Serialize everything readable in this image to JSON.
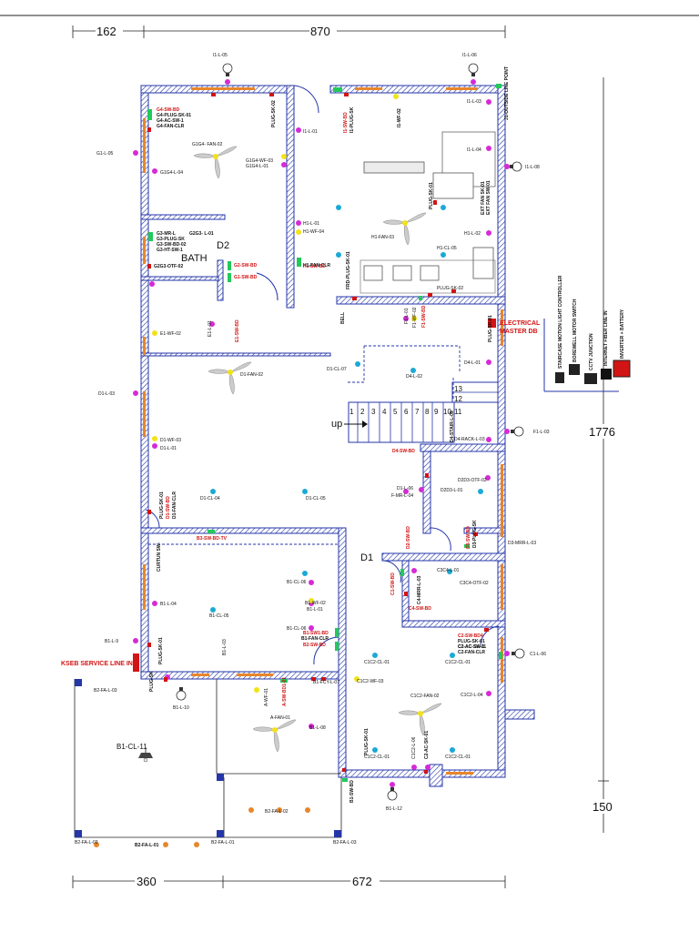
{
  "dimensions": {
    "top_left": "162",
    "top_right": "870",
    "bottom_left": "360",
    "bottom_right": "672",
    "side_total": "1776",
    "side_porch": "150"
  },
  "rooms": {
    "d2": "D2",
    "bath": "BATH",
    "d1": "D1",
    "up": "up"
  },
  "stair_numbers": [
    "1",
    "2",
    "3",
    "4",
    "5",
    "6",
    "7",
    "8",
    "9",
    "10",
    "11",
    "12",
    "13"
  ],
  "colors": {
    "wall": "#2436a8",
    "light_point": "#d62ad6",
    "ceiling_light": "#1ba9d6",
    "fan_hub": "#f2e21a",
    "switch_board": "#22c95b",
    "socket": "#d21414",
    "window": "#e8862b",
    "service_label": "#d21414"
  },
  "red_labels": {
    "kseb": "KSEB SERVICE LINE IN",
    "electrical_db": "ELECTRICAL\nMASTER DB"
  },
  "legend": {
    "items": [
      "STAIRCASE MOTION LIGHT CONTROLLER",
      "BOREWELL MOTOR SWITCH",
      "CCTV JUNCTION",
      "INTERNET FIBER LINE IN",
      "INVERTER + BATTERY"
    ]
  },
  "labels": [
    {
      "id": "i1-l-05",
      "t": "I1-L-05",
      "c": "lbl"
    },
    {
      "id": "i1-l-06",
      "t": "I1-L-06",
      "c": "lbl"
    },
    {
      "id": "j1-outside",
      "t": "J1-OUTSIDE LINE POINT",
      "c": "lbl-b"
    },
    {
      "id": "g4-sw-bd",
      "t": "G4-SW-BD",
      "c": "lbl-red"
    },
    {
      "id": "g4-plug",
      "t": "G4-PLUG-SK-01",
      "c": "lbl-b"
    },
    {
      "id": "g4-ac",
      "t": "G4-AC-SW-1",
      "c": "lbl-b"
    },
    {
      "id": "g4-fan",
      "t": "G4-FAN-CLR",
      "c": "lbl-b"
    },
    {
      "id": "c2-ac",
      "t": "C2-AC-SK-01",
      "c": "lbl-b"
    },
    {
      "id": "plug-sk-02a",
      "t": "PLUG-SK-02",
      "c": "lbl-b"
    },
    {
      "id": "i1-sw-bd",
      "t": "I1-SW-BD",
      "c": "lbl-red"
    },
    {
      "id": "i1-plug",
      "t": "I1-PLUG-SK",
      "c": "lbl-b"
    },
    {
      "id": "i1-wf",
      "t": "I1-WF-02",
      "c": "lbl-b"
    },
    {
      "id": "i1-l-03",
      "t": "I1-L-03",
      "c": "lbl"
    },
    {
      "id": "i1-l-01",
      "t": "I1-L-01",
      "c": "lbl"
    },
    {
      "id": "i1-l-04",
      "t": "I1-L-04",
      "c": "lbl"
    },
    {
      "id": "i1-l-08",
      "t": "I1-L-08",
      "c": "lbl"
    },
    {
      "id": "g1-l-05",
      "t": "G1-L-05",
      "c": "lbl"
    },
    {
      "id": "g1g4-fan",
      "t": "G1G4- FAN-02",
      "c": "lbl"
    },
    {
      "id": "g1g4-wf",
      "t": "G1G4-WF-03",
      "c": "lbl"
    },
    {
      "id": "g1g4-l01",
      "t": "G1G4-L-01",
      "c": "lbl"
    },
    {
      "id": "g1g4-l04",
      "t": "G1G4-L-04",
      "c": "lbl"
    },
    {
      "id": "plug-sk-01a",
      "t": "PLUG-SK-01",
      "c": "lbl-b"
    },
    {
      "id": "ext-fan",
      "t": "EXT FAN SK-01",
      "c": "lbl-b"
    },
    {
      "id": "ext-fan-sw",
      "t": "EXT FAN SW-01",
      "c": "lbl-b"
    },
    {
      "id": "h1-l-01",
      "t": "H1-L-01",
      "c": "lbl"
    },
    {
      "id": "h1-wf",
      "t": "H1-WF-04",
      "c": "lbl"
    },
    {
      "id": "h1-fan",
      "t": "H1-FAN-03",
      "c": "lbl"
    },
    {
      "id": "h1-cl",
      "t": "H1-CL-05",
      "c": "lbl"
    },
    {
      "id": "h1-l-02",
      "t": "H1-L-02",
      "c": "lbl"
    },
    {
      "id": "g3-mr",
      "t": "G3-MR-L",
      "c": "lbl-b"
    },
    {
      "id": "g2g3",
      "t": "G2G3- L-01",
      "c": "lbl-b"
    },
    {
      "id": "g3-plug",
      "t": "G3-PLUG-SK",
      "c": "lbl-b"
    },
    {
      "id": "g3-sw-bd",
      "t": "G3-SW-BD-02",
      "c": "lbl-b"
    },
    {
      "id": "g3-ht",
      "t": "G3-HT-SW-1",
      "c": "lbl-b"
    },
    {
      "id": "g2g3-otf",
      "t": "G2G3-OTF-02",
      "c": "lbl-b"
    },
    {
      "id": "g2-sw-bd",
      "t": "G2-SW-BD",
      "c": "lbl-red"
    },
    {
      "id": "g1-sw-bd",
      "t": "G1-SW-BD",
      "c": "lbl-red"
    },
    {
      "id": "h1-sw-bd",
      "t": "H1-SW-BD",
      "c": "lbl-red"
    },
    {
      "id": "h1-fan-clr",
      "t": "H1-FAN-CLR",
      "c": "lbl-b"
    },
    {
      "id": "frd-plug",
      "t": "FRD-PLUG-SK-01",
      "c": "lbl-b"
    },
    {
      "id": "plug-sk-02b",
      "t": "PLUG-SK-02",
      "c": "lbl"
    },
    {
      "id": "bell",
      "t": "BELL",
      "c": "lbl-b"
    },
    {
      "id": "f1-l-01",
      "t": "F1-L-01",
      "c": "lbl"
    },
    {
      "id": "f1-wf",
      "t": "F1-WF-02",
      "c": "lbl"
    },
    {
      "id": "f1-sw-bd",
      "t": "F1-SW-BD",
      "c": "lbl-red"
    },
    {
      "id": "plug-sk-01b",
      "t": "PLUG-SK-01",
      "c": "lbl-b"
    },
    {
      "id": "e1-l-01",
      "t": "E1-L-01",
      "c": "lbl"
    },
    {
      "id": "e1-sw-bd",
      "t": "E1-SW-BD",
      "c": "lbl-red"
    },
    {
      "id": "e1-wf",
      "t": "E1-WF-02",
      "c": "lbl"
    },
    {
      "id": "d1-fan",
      "t": "D1-FAN-02",
      "c": "lbl"
    },
    {
      "id": "d1-cl-07",
      "t": "D1-CL-07",
      "c": "lbl"
    },
    {
      "id": "d4-l-02",
      "t": "D4-L-02",
      "c": "lbl"
    },
    {
      "id": "d4-l-01",
      "t": "D4-L-01",
      "c": "lbl"
    },
    {
      "id": "d1-l-03",
      "t": "D1-L-03",
      "c": "lbl"
    },
    {
      "id": "f1-l-03",
      "t": "F1-L-03",
      "c": "lbl"
    },
    {
      "id": "d1-wf",
      "t": "D1-WF-03",
      "c": "lbl"
    },
    {
      "id": "d1-l-01",
      "t": "D1-L-01",
      "c": "lbl"
    },
    {
      "id": "d4-stair",
      "t": "D4-STAIR-L-05",
      "c": "lbl-b"
    },
    {
      "id": "d4-rack",
      "t": "D4-RACK-L-03",
      "c": "lbl"
    },
    {
      "id": "d4-sw-bd",
      "t": "D4-SW-BD",
      "c": "lbl-red"
    },
    {
      "id": "d2d3-otf",
      "t": "D2D3-OTF-02",
      "c": "lbl"
    },
    {
      "id": "d1-l-06",
      "t": "D1-L-06",
      "c": "lbl"
    },
    {
      "id": "f-mr",
      "t": "F-MR-L-04",
      "c": "lbl"
    },
    {
      "id": "d2d3-l01",
      "t": "D2D3-L-01",
      "c": "lbl"
    },
    {
      "id": "plug-sk-01c",
      "t": "PLUG-SK-01",
      "c": "lbl-b"
    },
    {
      "id": "d1-fan-clr",
      "t": "D1-FAN-CLR",
      "c": "lbl-b"
    },
    {
      "id": "d1-sw-bd",
      "t": "D1-SW-BD",
      "c": "lbl-red"
    },
    {
      "id": "d1-cl-04",
      "t": "D1-CL-04",
      "c": "lbl"
    },
    {
      "id": "d1-cl-05",
      "t": "D1-CL-05",
      "c": "lbl"
    },
    {
      "id": "d2-sw-bd",
      "t": "D2-SW-BD",
      "c": "lbl-red"
    },
    {
      "id": "d3-sw-bd",
      "t": "D3-SW-BD",
      "c": "lbl-red"
    },
    {
      "id": "d3-plug",
      "t": "D3-PLUG-SK",
      "c": "lbl-b"
    },
    {
      "id": "d3-mrr",
      "t": "D3-MRR-L-03",
      "c": "lbl"
    },
    {
      "id": "b3-sw-bd",
      "t": "B3-SW-BD-TV",
      "c": "lbl-red"
    },
    {
      "id": "curtain",
      "t": "CURTUN SW-",
      "c": "lbl-b"
    },
    {
      "id": "b1-cl-06",
      "t": "B1-CL-06",
      "c": "lbl"
    },
    {
      "id": "b1-wf",
      "t": "B1-WF-02",
      "c": "lbl"
    },
    {
      "id": "b1-l-01",
      "t": "B1-L-01",
      "c": "lbl"
    },
    {
      "id": "b1-l-04",
      "t": "B1-L-04",
      "c": "lbl"
    },
    {
      "id": "b1-cl-05",
      "t": "B1-CL-05",
      "c": "lbl"
    },
    {
      "id": "b1-cl-06b",
      "t": "B1-CL-06",
      "c": "lbl"
    },
    {
      "id": "b1-sw1",
      "t": "B1-SW1-BD",
      "c": "lbl-red"
    },
    {
      "id": "b1-fan-clr",
      "t": "B1-FAN-CLR",
      "c": "lbl-b"
    },
    {
      "id": "b2-sw-bd",
      "t": "B2-SW-BD",
      "c": "lbl-red"
    },
    {
      "id": "b1-l-03",
      "t": "B1-L-03",
      "c": "lbl"
    },
    {
      "id": "b1-l-9",
      "t": "B1-L-9",
      "c": "lbl"
    },
    {
      "id": "plug-sk-01d",
      "t": "PLUG-SK-01",
      "c": "lbl-b"
    },
    {
      "id": "c3c4-l01",
      "t": "C3C4-L-01",
      "c": "lbl"
    },
    {
      "id": "c3c4-otf",
      "t": "C3C4-OTF-02",
      "c": "lbl"
    },
    {
      "id": "c1-sw-bd",
      "t": "C1-SW-BD",
      "c": "lbl-red"
    },
    {
      "id": "c4-mrr",
      "t": "C4-MRR-L-03",
      "c": "lbl-b"
    },
    {
      "id": "c4-sw-bd",
      "t": "C4-SW-BD",
      "c": "lbl-red"
    },
    {
      "id": "c2-sw-bd",
      "t": "C2-SW-BD4",
      "c": "lbl-red"
    },
    {
      "id": "plug-sk-01e",
      "t": "PLUG-SK-01",
      "c": "lbl-b"
    },
    {
      "id": "c2-ac",
      "t": "C2-AC-SW-1",
      "c": "lbl-b"
    },
    {
      "id": "c2-fan",
      "t": "C2-FAN-CLR",
      "c": "lbl-b"
    },
    {
      "id": "c1-l-06",
      "t": "C1-L-06",
      "c": "lbl"
    },
    {
      "id": "c1c2-cl01",
      "t": "C1C2-CL-01",
      "c": "lbl"
    },
    {
      "id": "c1c2-cl01b",
      "t": "C1C2-CL-01",
      "c": "lbl"
    },
    {
      "id": "c1c2-wf",
      "t": "C1C2-WF-03",
      "c": "lbl"
    },
    {
      "id": "c1c2-fan",
      "t": "C1C2-FAN-02",
      "c": "lbl"
    },
    {
      "id": "c1c2-l04",
      "t": "C1C2-L-04",
      "c": "lbl"
    },
    {
      "id": "b1-fcy",
      "t": "B1-FCY-L-07",
      "c": "lbl"
    },
    {
      "id": "a-wf",
      "t": "A-WF-01",
      "c": "lbl"
    },
    {
      "id": "a-sw",
      "t": "A-SW-BD1-01",
      "c": "lbl-red"
    },
    {
      "id": "a-fan",
      "t": "A-FAN-01",
      "c": "lbl"
    },
    {
      "id": "b1-l-08",
      "t": "B1-L-08",
      "c": "lbl"
    },
    {
      "id": "plug-sk-01f",
      "t": "PLUG-SK-01",
      "c": "lbl-b"
    },
    {
      "id": "c1c2-l06",
      "t": "C1C2-L-06",
      "c": "lbl"
    },
    {
      "id": "c2-ac-sk",
      "t": "C2-AC-SK-01",
      "c": "lbl-b"
    },
    {
      "id": "c1c2-cl01c",
      "t": "C1C2-CL-01",
      "c": "lbl"
    },
    {
      "id": "c1c2-cl01d",
      "t": "C1C2-CL-01",
      "c": "lbl"
    },
    {
      "id": "b1-l-10",
      "t": "B1-L-10",
      "c": "lbl"
    },
    {
      "id": "plug-sk-ext",
      "t": "PLUG-SK",
      "c": "lbl-b"
    },
    {
      "id": "b1-l-12",
      "t": "B1-L-12",
      "c": "lbl"
    },
    {
      "id": "b1-sw-bd",
      "t": "B1-SW-BD",
      "c": "lbl-b"
    },
    {
      "id": "b1-cl-11",
      "t": "B1-CL-11",
      "c": "big"
    },
    {
      "id": "b2-fa-l02",
      "t": "B2-FA-L-02",
      "c": "lbl"
    },
    {
      "id": "b2-fa-l01",
      "t": "B2-FA-L-01",
      "c": "lbl-b"
    },
    {
      "id": "b2-fa-l03",
      "t": "B2-FA-L-03",
      "c": "lbl"
    },
    {
      "id": "b2-fa-l04",
      "t": "B2-FA-L-01",
      "c": "lbl"
    },
    {
      "id": "b2-fa-l05",
      "t": "B2-FA-L-03",
      "c": "lbl"
    },
    {
      "id": "b2-fa-l06",
      "t": "B2-FA-L-03",
      "c": "lbl"
    }
  ]
}
